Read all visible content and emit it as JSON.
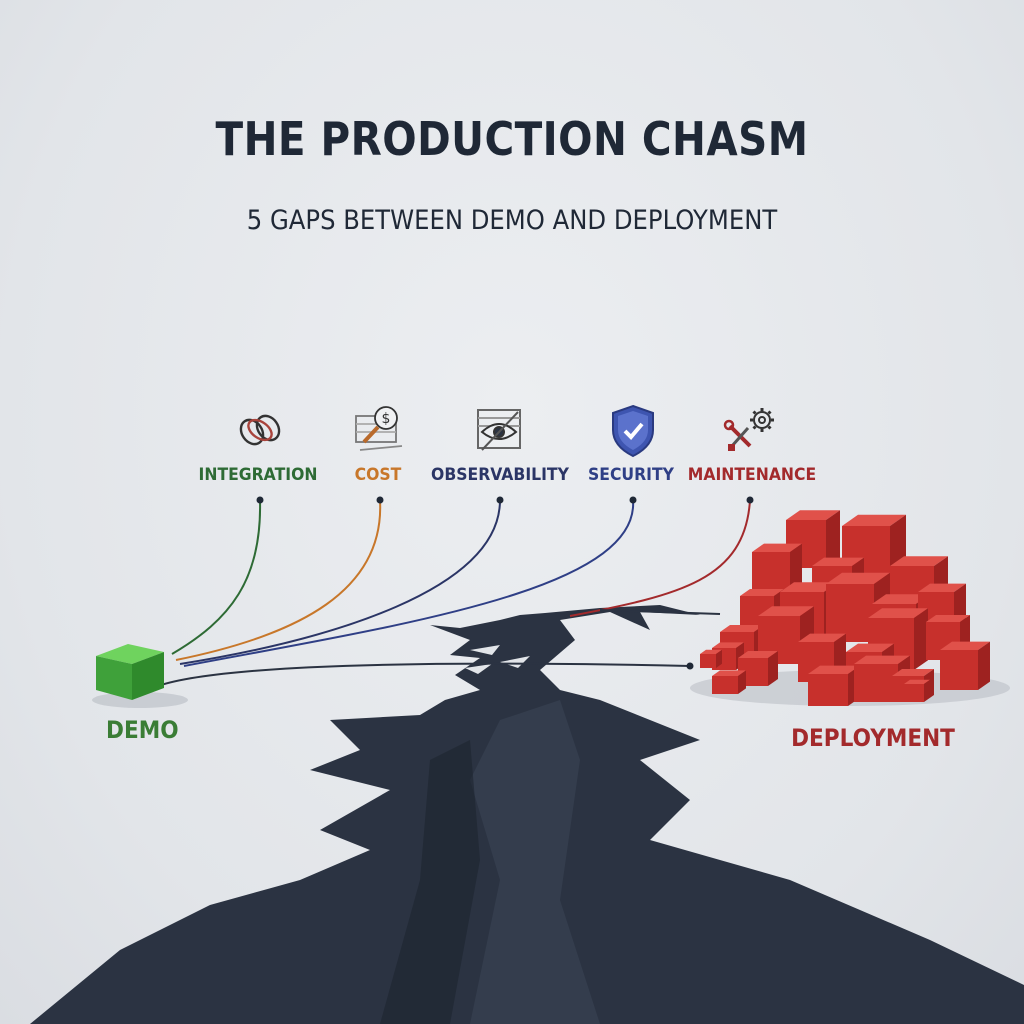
{
  "header": {
    "title": "THE PRODUCTION CHASM",
    "subtitle": "5 GAPS BETWEEN DEMO AND DEPLOYMENT"
  },
  "gaps": [
    {
      "label": "INTEGRATION",
      "icon": "linked-rings-icon",
      "color": "#2e6b35"
    },
    {
      "label": "COST",
      "icon": "dollar-magnifier-icon",
      "color": "#c8772a"
    },
    {
      "label": "OBSERVABILITY",
      "icon": "eye-icon",
      "color": "#2b3566"
    },
    {
      "label": "SECURITY",
      "icon": "shield-check-icon",
      "color": "#2f3f86"
    },
    {
      "label": "MAINTENANCE",
      "icon": "wrench-gear-icon",
      "color": "#a32a2c"
    }
  ],
  "demo": {
    "label": "DEMO",
    "color": "#3a7d35"
  },
  "deployment": {
    "label": "DEPLOYMENT",
    "color": "#a32a2c"
  },
  "colors": {
    "chasm": "#2b3342",
    "text": "#1f2836"
  }
}
